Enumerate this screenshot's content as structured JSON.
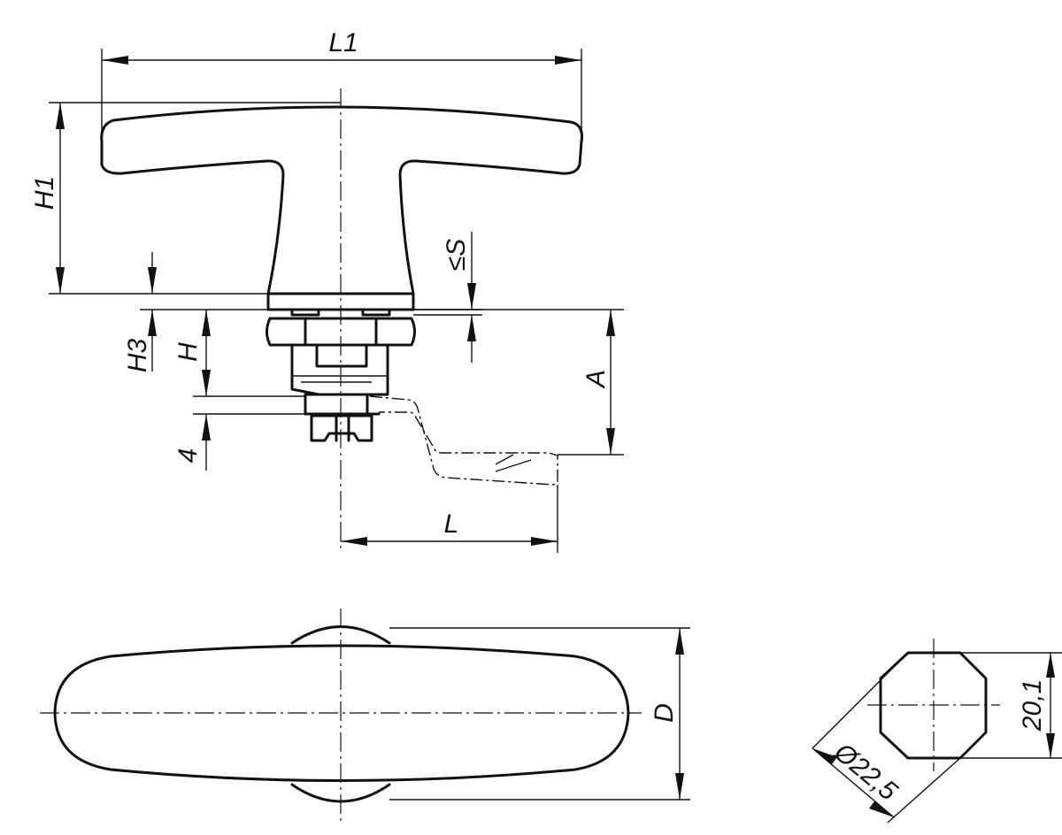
{
  "labels": {
    "L1": "L1",
    "H1": "H1",
    "S": "≤S",
    "H3": "H3",
    "H": "H",
    "A": "A",
    "four": "4",
    "L": "L",
    "D": "D",
    "diameter": "Ø22,5",
    "width": "20,1"
  }
}
